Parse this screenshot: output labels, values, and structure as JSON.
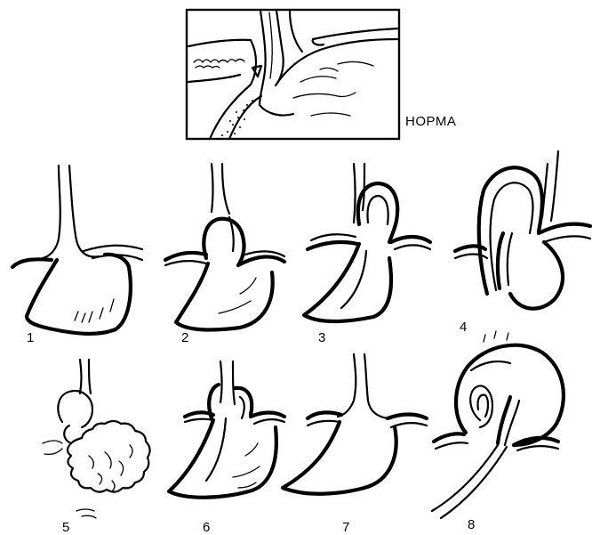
{
  "labels": {
    "normal": "НОРМА",
    "fig1": "1",
    "fig2": "2",
    "fig3": "3",
    "fig4": "4",
    "fig5": "5",
    "fig6": "6",
    "fig7": "7",
    "fig8": "8"
  }
}
